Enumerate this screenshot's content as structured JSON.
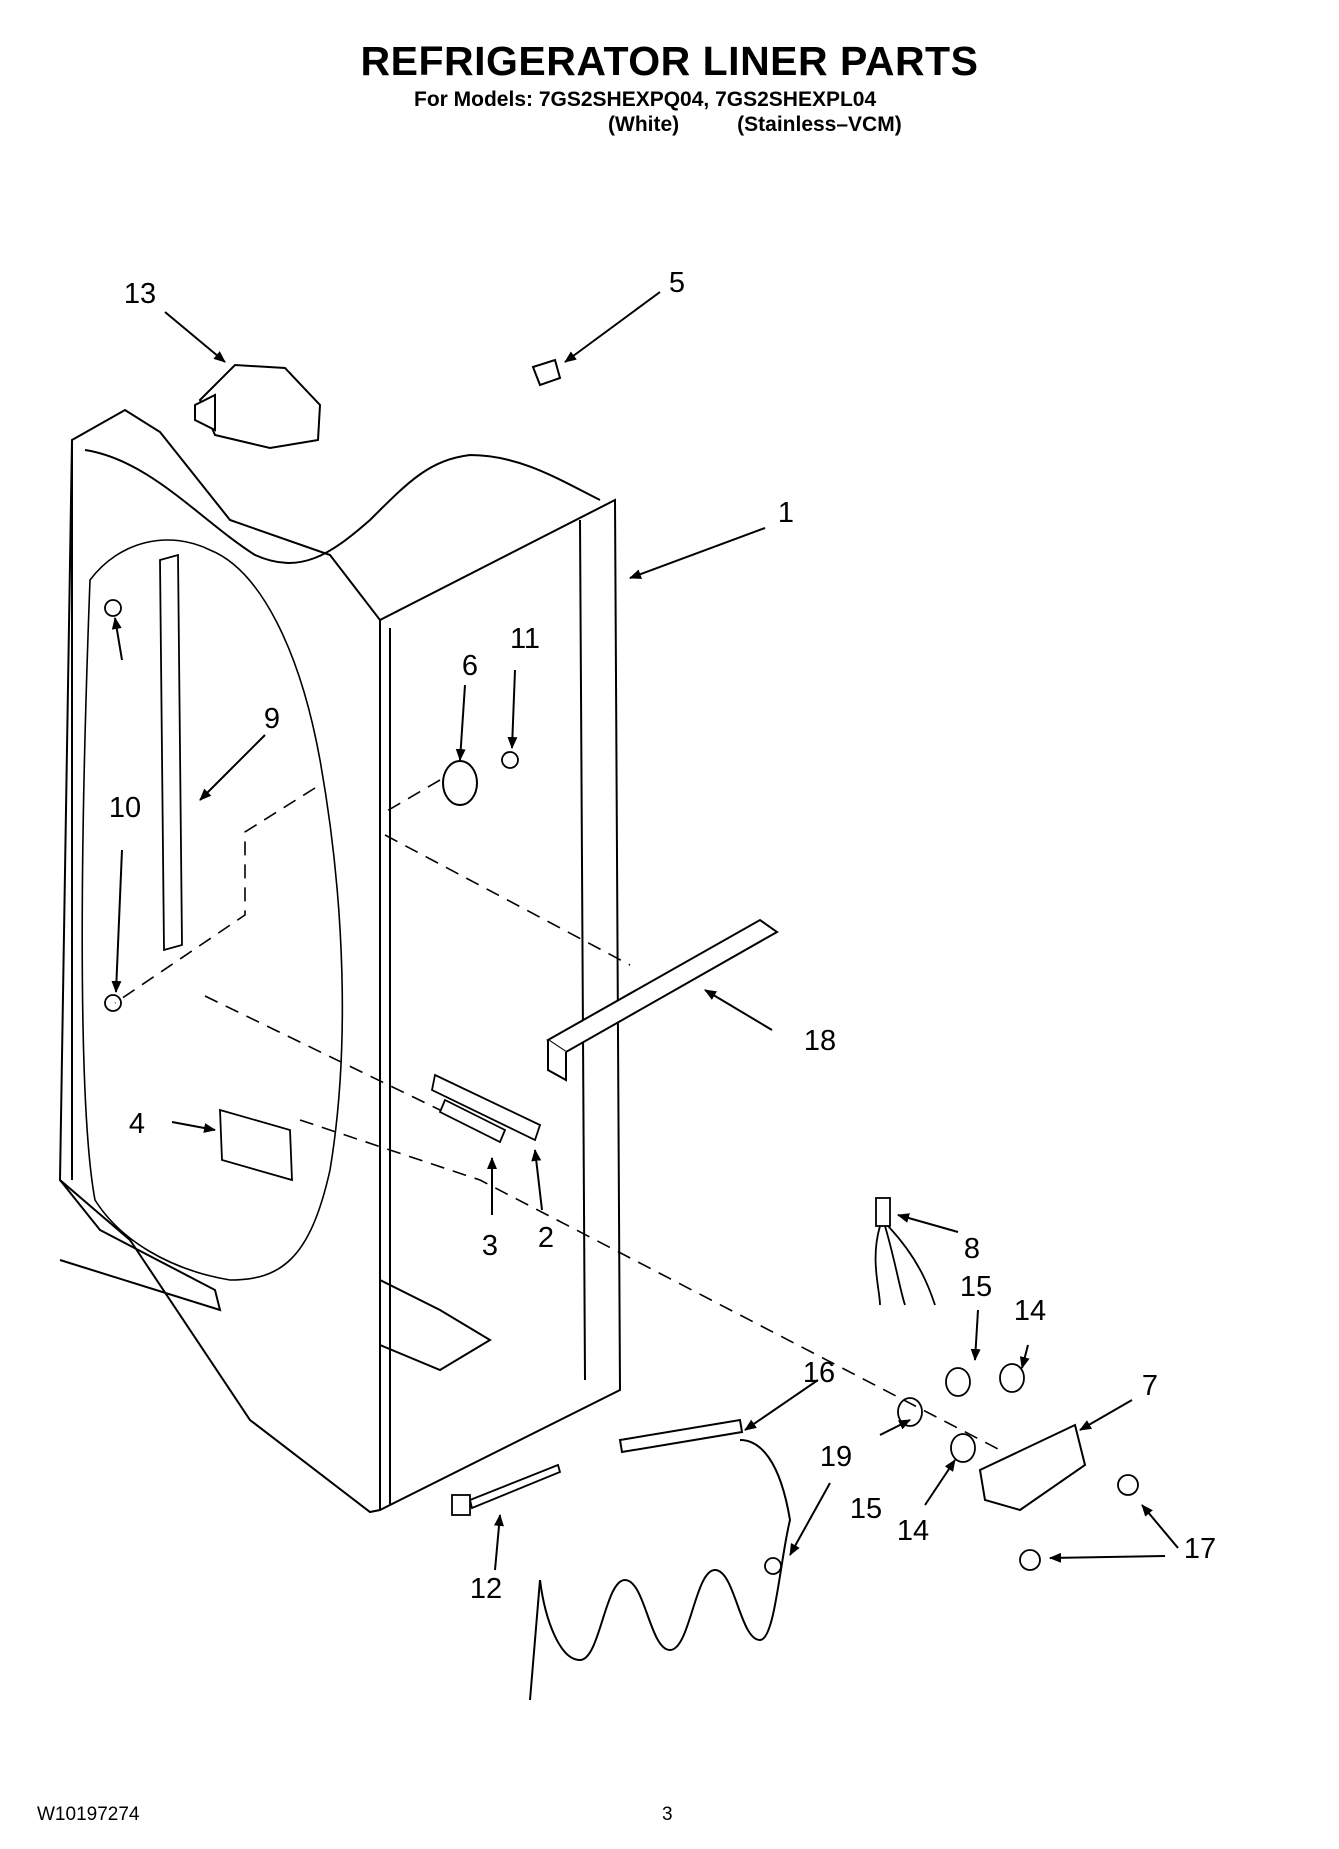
{
  "header": {
    "title": "REFRIGERATOR LINER PARTS",
    "models_line": "For Models: 7GS2SHEXPQ04, 7GS2SHEXPL04",
    "variant_white": "(White)",
    "variant_stainless": "(Stainless–VCM)"
  },
  "callouts": {
    "c1": "1",
    "c2": "2",
    "c3": "3",
    "c4": "4",
    "c5": "5",
    "c6": "6",
    "c7": "7",
    "c8": "8",
    "c9": "9",
    "c10": "10",
    "c11": "11",
    "c12": "12",
    "c13": "13",
    "c14a": "14",
    "c14b": "14",
    "c15a": "15",
    "c15b": "15",
    "c16": "16",
    "c17": "17",
    "c18": "18",
    "c19": "19"
  },
  "footer": {
    "doc_id": "W10197274",
    "page": "3"
  }
}
